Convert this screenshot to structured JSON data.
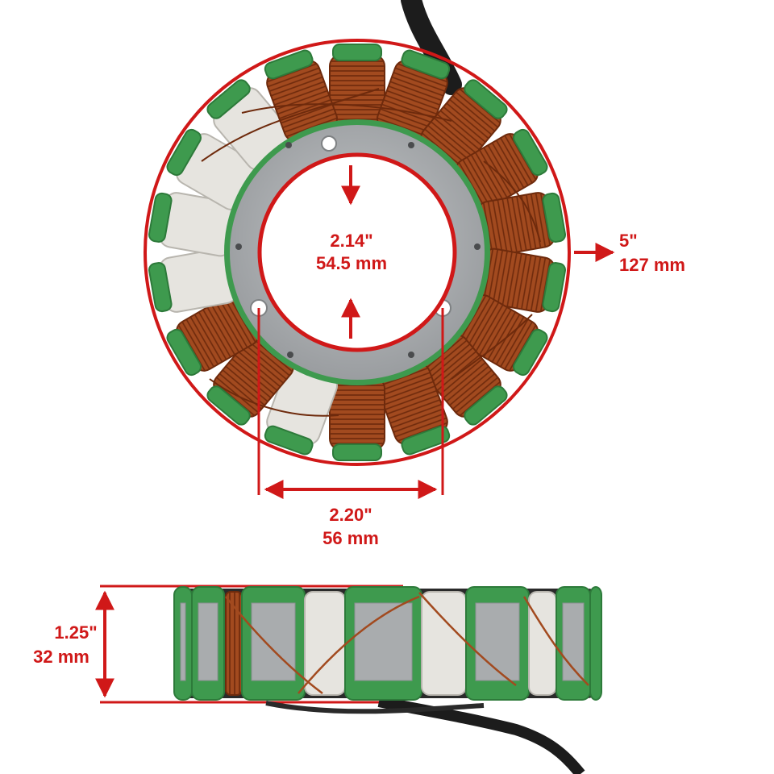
{
  "dimensions": {
    "inner_diameter": {
      "imperial": "2.14\"",
      "metric": "54.5 mm"
    },
    "outer_diameter": {
      "imperial": "5\"",
      "metric": "127 mm"
    },
    "bolt_spacing": {
      "imperial": "2.20\"",
      "metric": "56 mm"
    },
    "height": {
      "imperial": "1.25\"",
      "metric": "32 mm"
    }
  },
  "colors": {
    "dimension_red": "#d01818",
    "copper": "#a24a1f",
    "copper_dark": "#6e2a0c",
    "insulation_green": "#3e9a4e",
    "steel": "#a9acae",
    "wrap_white": "#e6e4df",
    "cable_black": "#1c1c1c"
  }
}
